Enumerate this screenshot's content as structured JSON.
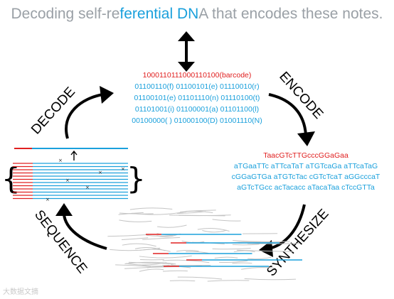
{
  "title": {
    "before": "Decoding self-re",
    "highlight": "ferential DN",
    "after": "A that encodes these notes."
  },
  "binary": {
    "barcode": "1000110111000110100(barcode)",
    "lines": [
      "01100110(f) 01100101(e) 01110010(r)",
      "01100101(e) 01101110(n) 01110100(t)",
      "01101001(i) 01100001(a) 01101100(l)",
      "00100000( ) 01000100(D) 01001110(N)"
    ]
  },
  "dna": {
    "barcode": "TaacGTcTTGcccGGaGaa",
    "lines": [
      "aTGaaTTc aTTcaTaT aTGTcaGa aTTcaTaG",
      "cGGaGTGa aTGTcTac cGTcTcaT aGGcccaT",
      "aGTcTGcc acTacacc aTacaTaa cTccGTTa"
    ]
  },
  "steps": {
    "decode": "DECODE",
    "encode": "ENCODE",
    "synthesize": "SYNTHESIZE",
    "sequence": "SEQUENCE"
  },
  "watermark": "大数据文摘",
  "colors": {
    "blue": "#1aa0dc",
    "red": "#e02020",
    "gray_text": "#9aa0a6",
    "black": "#000000"
  }
}
